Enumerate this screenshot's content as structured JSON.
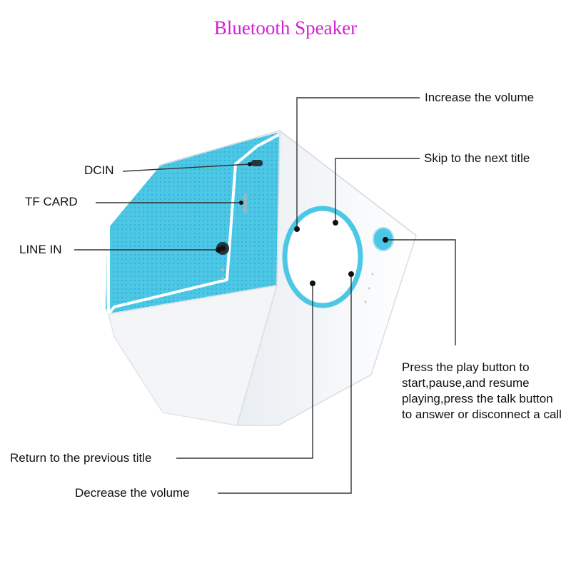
{
  "title": {
    "text": "Bluetooth Speaker",
    "color": "#d41fd4"
  },
  "colors": {
    "accent": "#4cc8e6",
    "body": "#ffffff",
    "line": "#333333"
  },
  "labels": {
    "dcin": "DCIN",
    "tf_card": "TF CARD",
    "line_in": "LINE IN",
    "volume_up": "Increase the volume",
    "next_title": "Skip to the next title",
    "play_note": "Press the play button to start,pause,and resume playing,press the talk button to answer or disconnect a call",
    "prev_title": "Return to the previous title",
    "volume_down": "Decrease the volume"
  }
}
